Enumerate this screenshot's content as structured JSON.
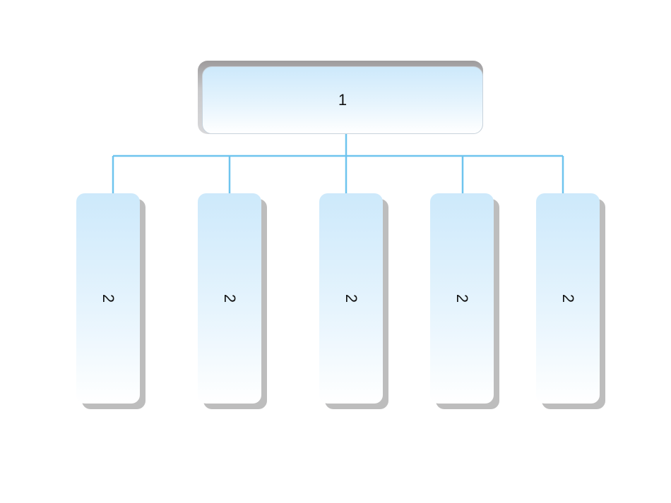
{
  "diagram": {
    "root": {
      "label": "1"
    },
    "children": [
      {
        "label": "2"
      },
      {
        "label": "2"
      },
      {
        "label": "2"
      },
      {
        "label": "2"
      },
      {
        "label": "2"
      }
    ],
    "colors": {
      "connector": "#6ec4ee",
      "box_top": "#cde9fb",
      "box_bottom": "#ffffff",
      "shadow": "#bdbdbd"
    }
  }
}
